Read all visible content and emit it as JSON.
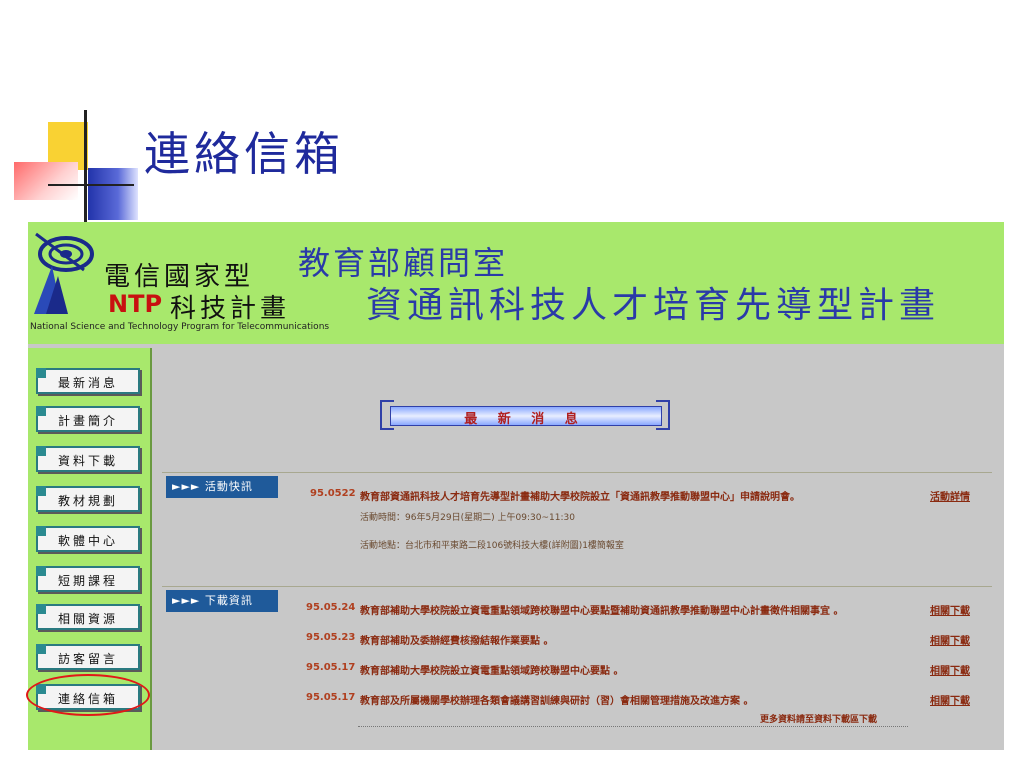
{
  "slide": {
    "title": "連絡信箱"
  },
  "logo": {
    "zh_line1": "電信國家型",
    "ntp": "NTP",
    "zh_line2": "科技計畫",
    "english": "National Science and Technology Program for Telecommunications"
  },
  "banner": {
    "line1": "教育部顧問室",
    "line2": "資通訊科技人才培育先導型計畫"
  },
  "sidebar": {
    "items": [
      {
        "label": "最新消息"
      },
      {
        "label": "計畫簡介"
      },
      {
        "label": "資料下載"
      },
      {
        "label": "教材規劃"
      },
      {
        "label": "軟體中心"
      },
      {
        "label": "短期課程"
      },
      {
        "label": "相關資源"
      },
      {
        "label": "訪客留言"
      },
      {
        "label": "連絡信箱"
      }
    ]
  },
  "main": {
    "news_title": "最 新 消 息",
    "sections": [
      {
        "tag": "►►► 活動快訊",
        "date": "95.0522",
        "item": "教育部資通訊科技人才培育先導型計畫補助大學校院設立「資通訊教學推動聯盟中心」申請說明會。",
        "link": "活動詳情",
        "lines": [
          "活動時間：96年5月29日(星期二) 上午09:30~11:30",
          "活動地點：台北市和平東路二段106號科技大樓(詳附圖)1樓簡報室"
        ]
      },
      {
        "tag": "►►► 下載資訊",
        "rows": [
          {
            "date": "95.05.24",
            "item": "教育部補助大學校院設立資電重點領域跨校聯盟中心要點暨補助資通訊教學推動聯盟中心計畫徵件相關事宜 。",
            "link": "相關下載"
          },
          {
            "date": "95.05.23",
            "item": "教育部補助及委辦經費核撥結報作業要點 。",
            "link": "相關下載"
          },
          {
            "date": "95.05.17",
            "item": "教育部補助大學校院設立資電重點領域跨校聯盟中心要點 。",
            "link": "相關下載"
          },
          {
            "date": "95.05.17",
            "item": "教育部及所屬機關學校辦理各類會議講習訓練與研討（習）會相關管理措施及改進方案 。",
            "link": "相關下載"
          }
        ],
        "more": "更多資料請至資料下載區下載"
      }
    ]
  }
}
